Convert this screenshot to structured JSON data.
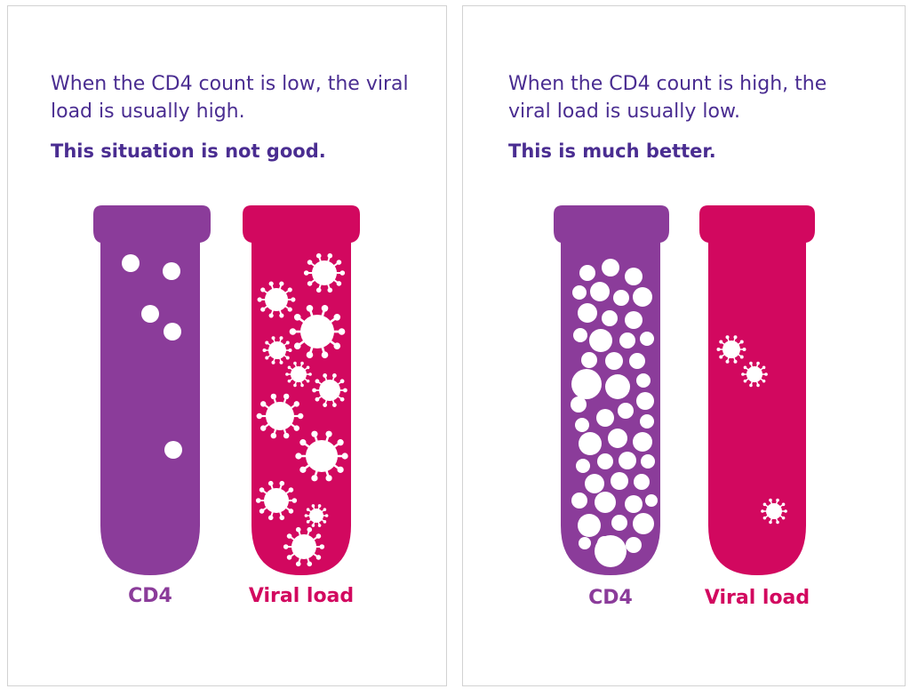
{
  "colors": {
    "cd4": "#8b3c9a",
    "viral": "#d2085f",
    "text": "#4a2d91"
  },
  "panels": [
    {
      "description": "When the CD4 count is low, the viral\nload is usually high.",
      "emphasis": "This situation is not good.",
      "cd4_label": "CD4",
      "viral_label": "Viral load"
    },
    {
      "description": "When the CD4 count is high, the\nviral load is usually low.",
      "emphasis": "This is much better.",
      "cd4_label": "CD4",
      "viral_label": "Viral load"
    }
  ]
}
